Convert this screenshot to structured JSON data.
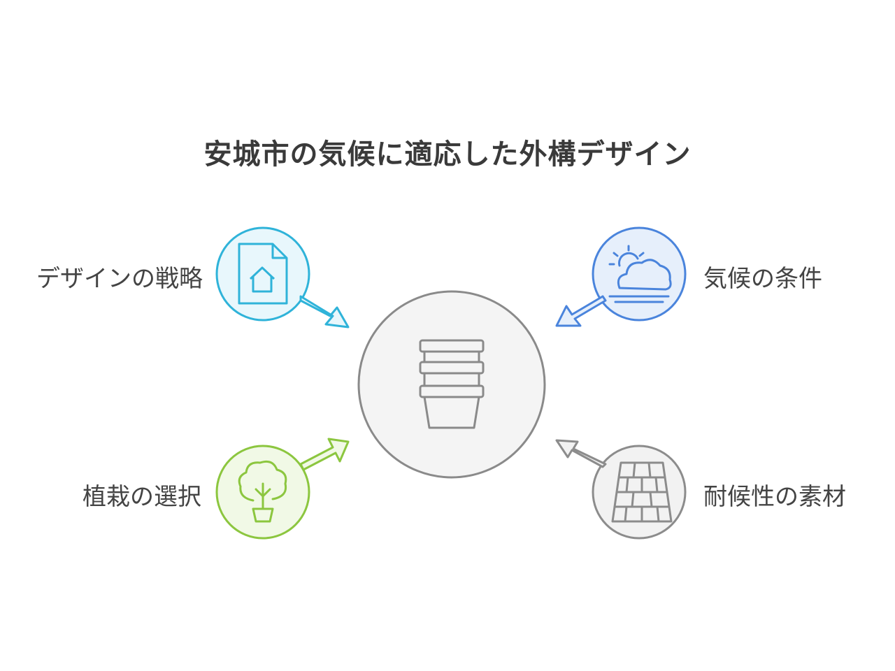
{
  "title": "安城市の気候に適応した外構デザイン",
  "center": {
    "icon": "stacked-pots-icon"
  },
  "nodes": [
    {
      "label": "デザインの戦略",
      "icon": "document-house-icon",
      "color": "#2fb3d9",
      "fill": "#e8f7fc"
    },
    {
      "label": "気候の条件",
      "icon": "weather-sun-cloud-icon",
      "color": "#4a84dc",
      "fill": "#e6effb"
    },
    {
      "label": "植栽の選択",
      "icon": "plant-pot-icon",
      "color": "#8cc63f",
      "fill": "#f1f9e6"
    },
    {
      "label": "耐候性の素材",
      "icon": "tiles-icon",
      "color": "#8c8c8c",
      "fill": "#f2f2f2"
    }
  ]
}
